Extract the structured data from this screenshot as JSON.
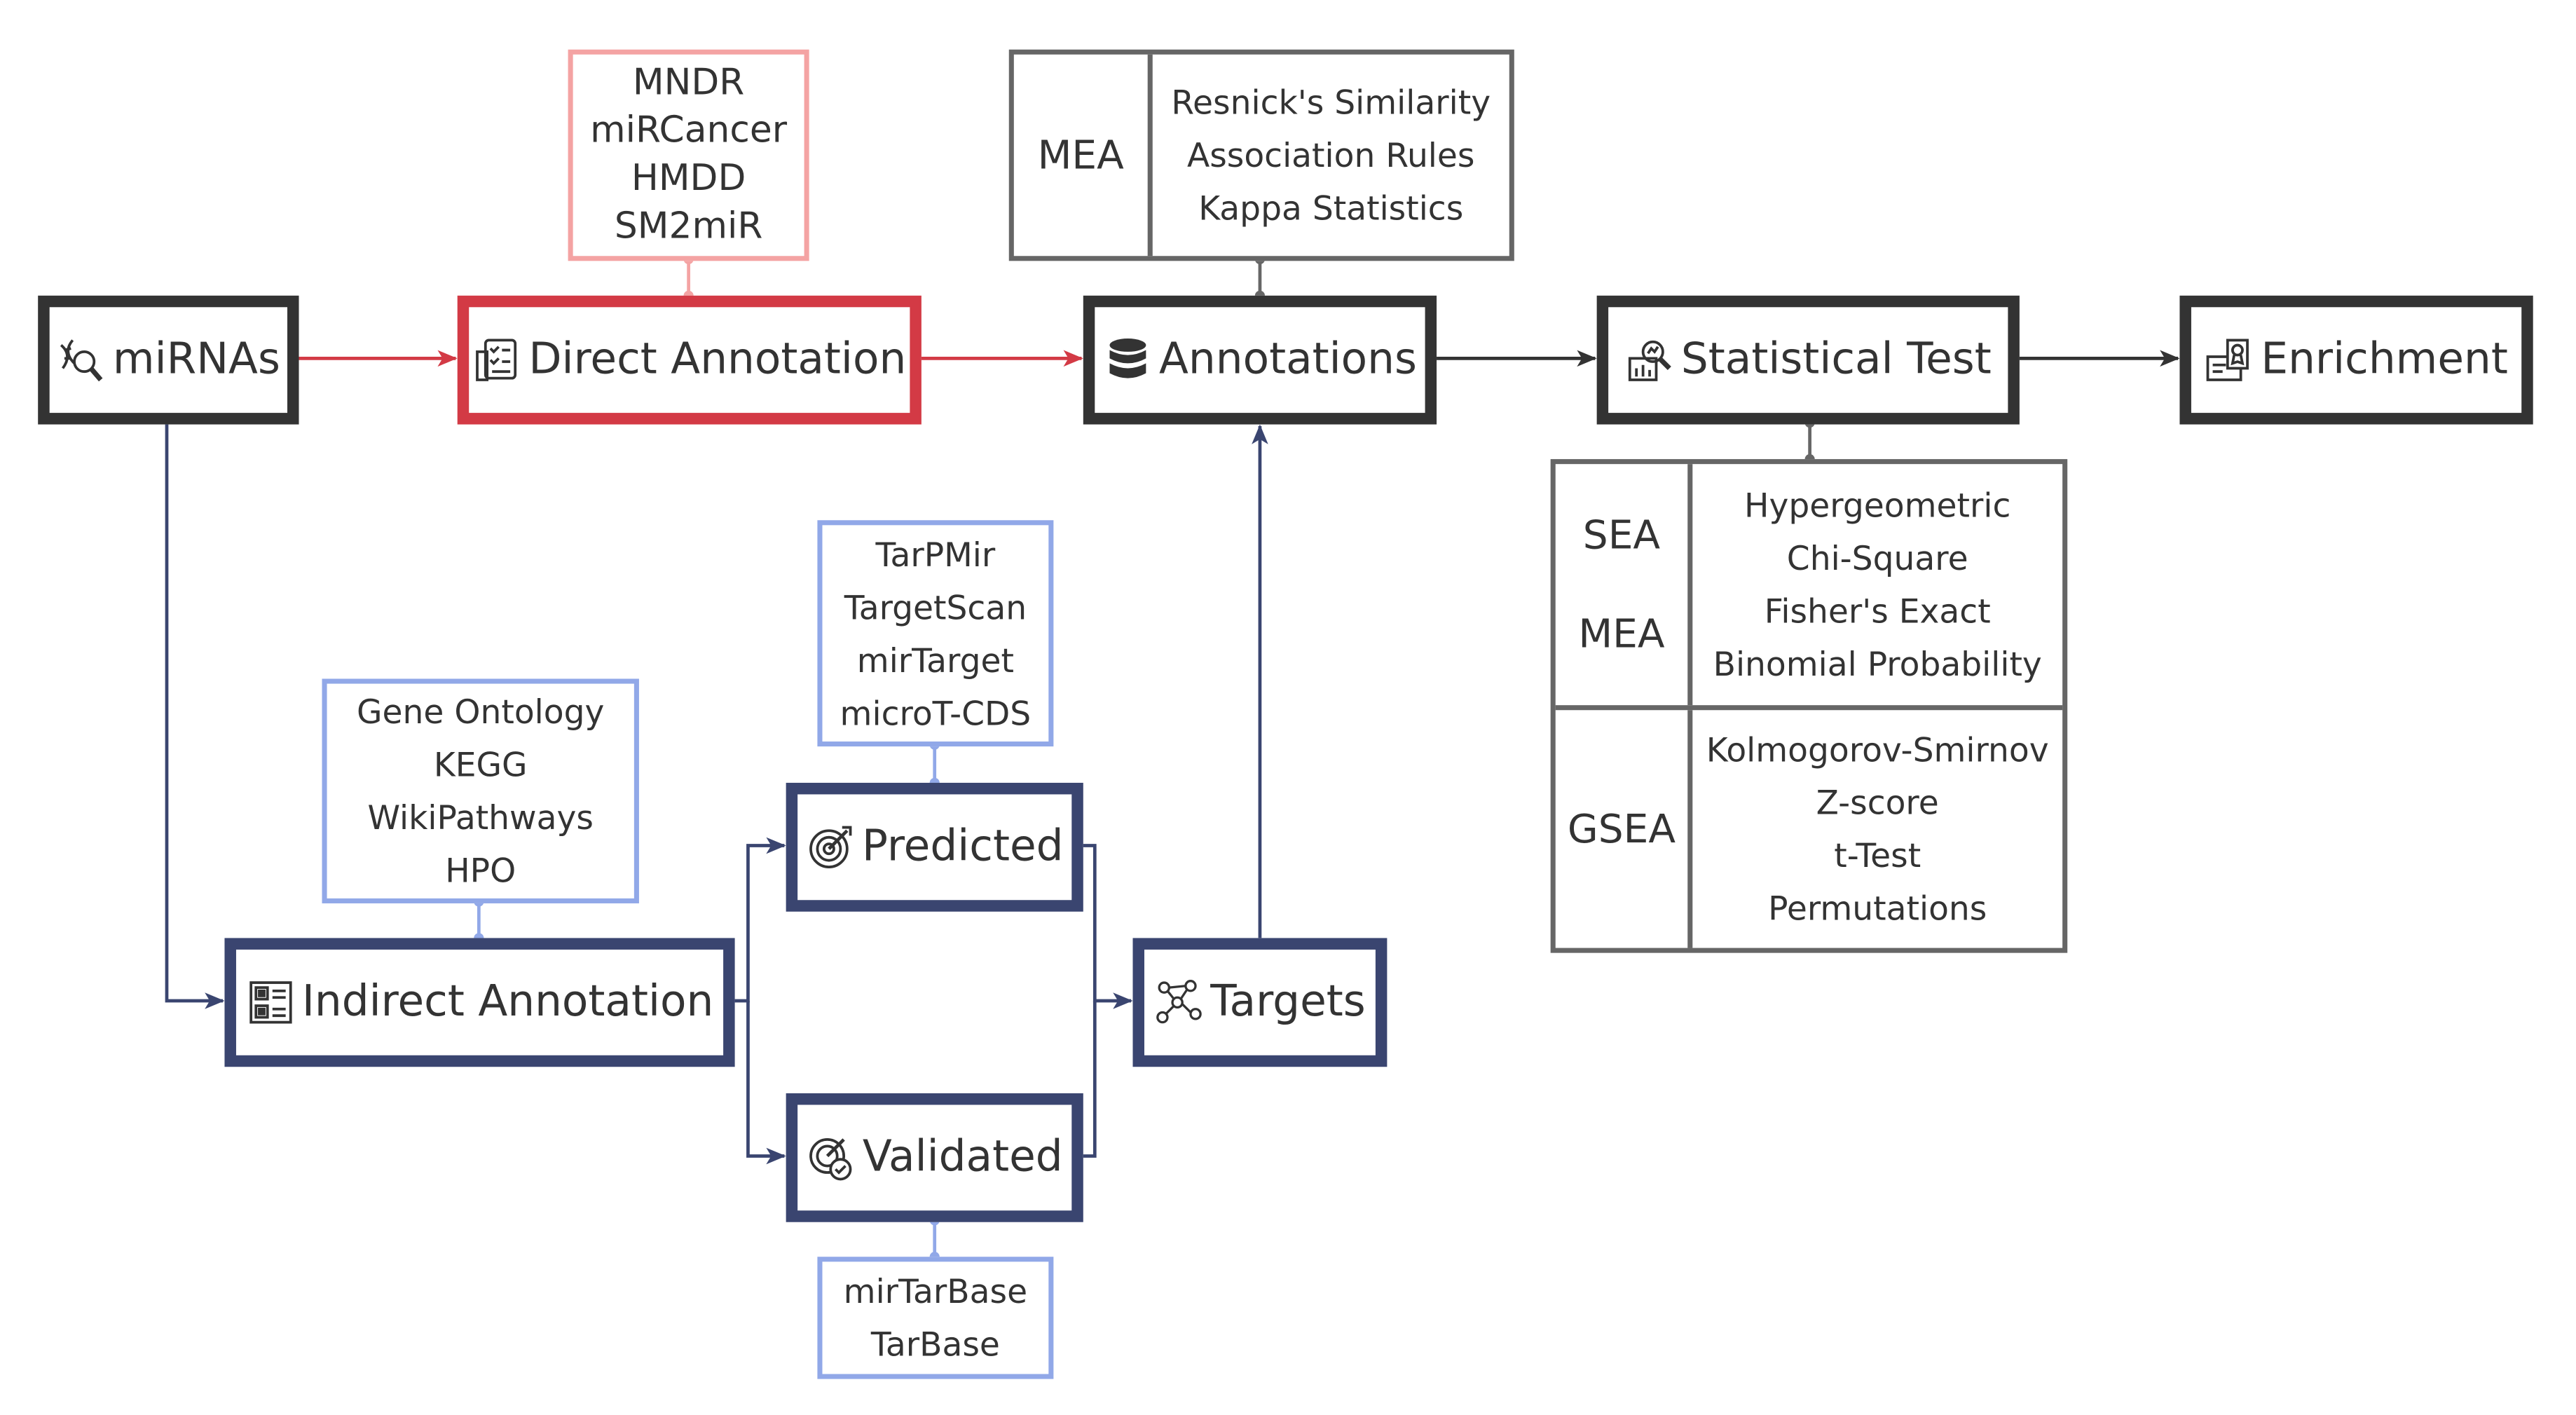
{
  "nodes": {
    "mirnas": "miRNAs",
    "direct": "Direct Annotation",
    "annotations": "Annotations",
    "statistical": "Statistical Test",
    "enrichment": "Enrichment",
    "indirect": "Indirect Annotation",
    "predicted": "Predicted",
    "validated": "Validated",
    "targets": "Targets"
  },
  "direct_sources": [
    "MNDR",
    "miRCancer",
    "HMDD",
    "SM2miR"
  ],
  "mea_box": {
    "label": "MEA",
    "items": [
      "Resnick's Similarity",
      "Association Rules",
      "Kappa Statistics"
    ]
  },
  "indirect_sources": [
    "Gene Ontology",
    "KEGG",
    "WikiPathways",
    "HPO"
  ],
  "predicted_sources": [
    "TarPMir",
    "TargetScan",
    "mirTarget",
    "microT-CDS"
  ],
  "validated_sources": [
    "mirTarBase",
    "TarBase"
  ],
  "stat_table": {
    "row1": {
      "labels": [
        "SEA",
        "MEA"
      ],
      "items": [
        "Hypergeometric",
        "Chi-Square",
        "Fisher's Exact",
        "Binomial Probability"
      ]
    },
    "row2": {
      "labels": [
        "GSEA"
      ],
      "items": [
        "Kolmogorov-Smirnov",
        "Z-score",
        "t-Test",
        "Permutations"
      ]
    }
  },
  "icons": {
    "mirnas": "dna-search-icon",
    "direct": "checklist-icon",
    "annotations": "database-icon",
    "statistical": "analytics-icon",
    "enrichment": "certificate-icon",
    "indirect": "qr-list-icon",
    "predicted": "target-icon",
    "validated": "target-check-icon",
    "targets": "network-icon"
  },
  "colors": {
    "dark": "#333333",
    "red": "#d33a45",
    "pink": "#f4a3a3",
    "navy": "#3a4570",
    "blue": "#91a8e8",
    "gray": "#666666"
  }
}
